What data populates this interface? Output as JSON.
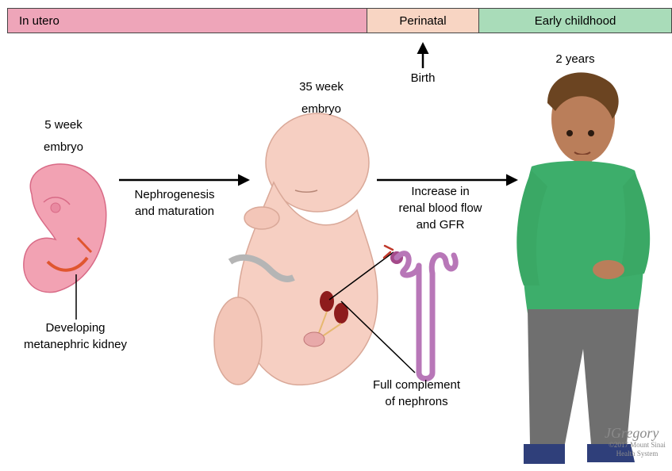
{
  "timeline": {
    "in_utero": {
      "label": "In utero",
      "color": "#eea5b9"
    },
    "perinatal": {
      "label": "Perinatal",
      "color": "#f8d5c3"
    },
    "early_childhood": {
      "label": "Early childhood",
      "color": "#a9dcb9"
    }
  },
  "birth_label": "Birth",
  "stages": {
    "embryo_5wk": {
      "line1": "5 week",
      "line2": "embryo"
    },
    "embryo_35wk": {
      "line1": "35 week",
      "line2": "embryo"
    },
    "child": {
      "label": "2 years"
    }
  },
  "transitions": {
    "first": {
      "line1": "Nephrogenesis",
      "line2": "and maturation"
    },
    "second": {
      "line1": "Increase in",
      "line2": "renal blood flow",
      "line3": "and GFR"
    }
  },
  "annotations": {
    "kidney": {
      "line1": "Developing",
      "line2": "metanephric kidney"
    },
    "nephrons": {
      "line1": "Full complement",
      "line2": "of nephrons"
    }
  },
  "credit": {
    "signature": "JGregory",
    "line1": "©2017 Mount Sinai",
    "line2": "Health System"
  }
}
